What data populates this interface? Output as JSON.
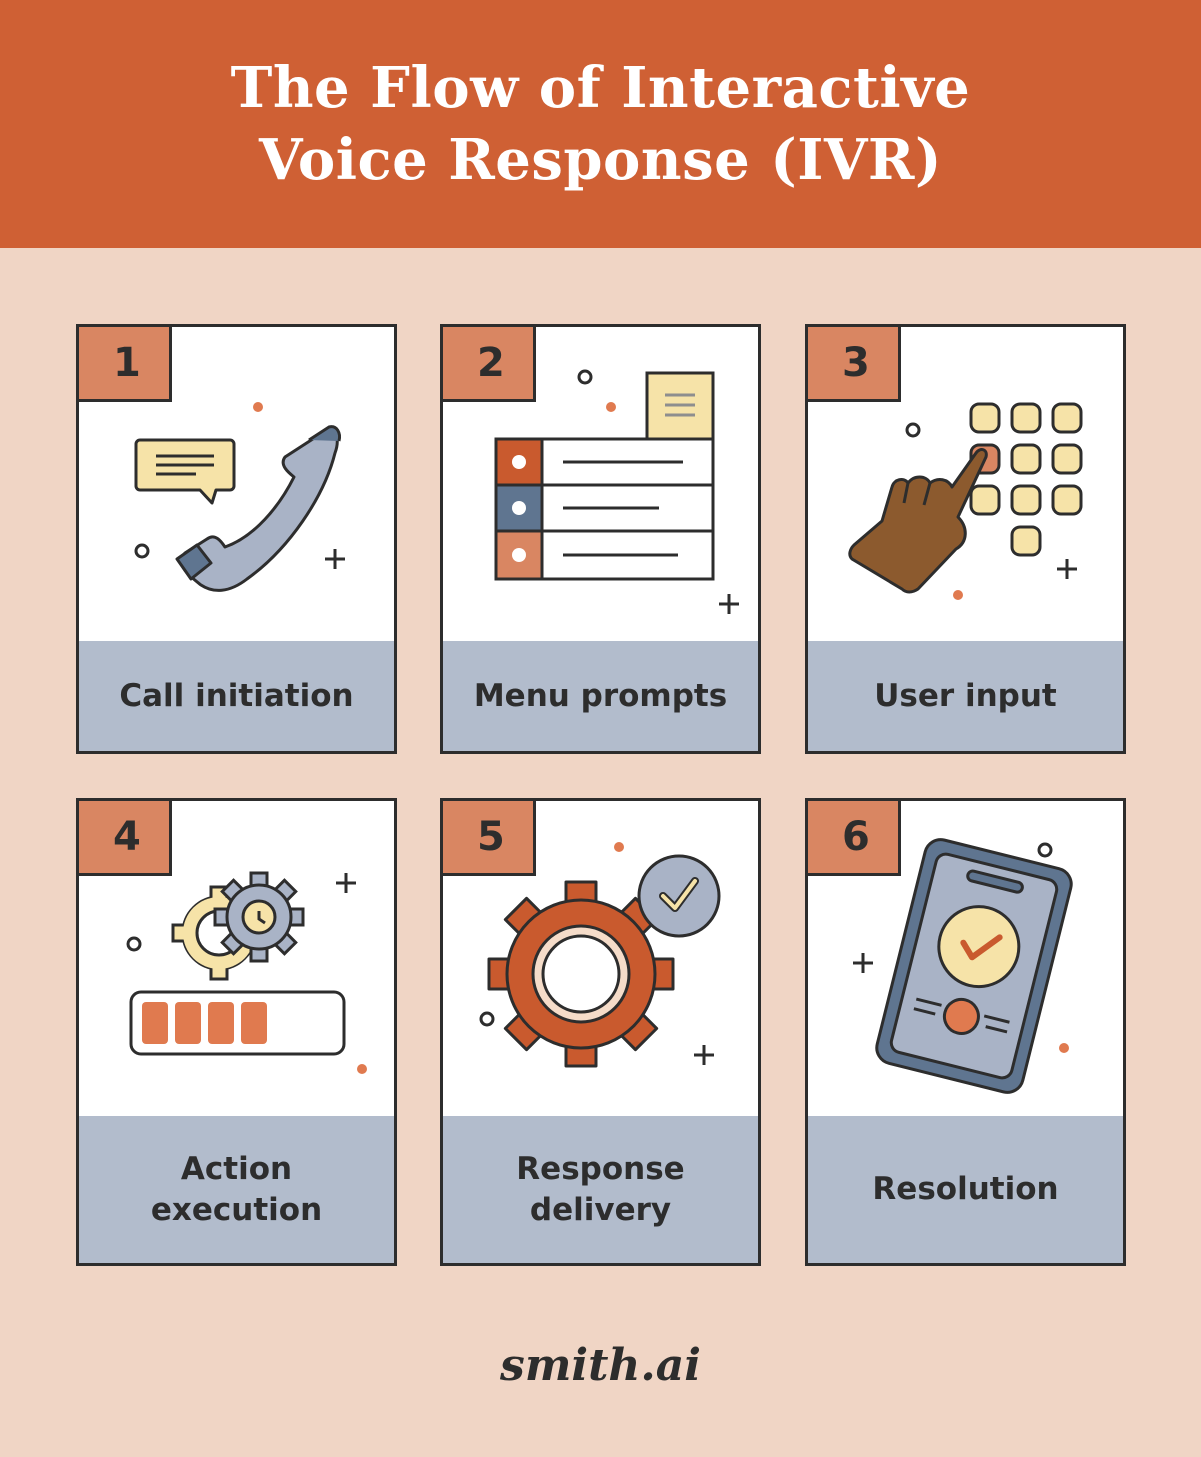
{
  "header": {
    "title_line1": "The Flow of Interactive",
    "title_line2": "Voice Response (IVR)"
  },
  "steps": [
    {
      "number": "1",
      "label": "Call initiation",
      "icon": "phone-handset-icon"
    },
    {
      "number": "2",
      "label": "Menu prompts",
      "icon": "menu-list-icon"
    },
    {
      "number": "3",
      "label": "User input",
      "icon": "keypad-press-icon"
    },
    {
      "number": "4",
      "label_line1": "Action",
      "label_line2": "execution",
      "icon": "gears-progress-icon"
    },
    {
      "number": "5",
      "label_line1": "Response",
      "label_line2": "delivery",
      "icon": "gear-check-icon"
    },
    {
      "number": "6",
      "label": "Resolution",
      "icon": "phone-check-icon"
    }
  ],
  "footer": {
    "logo": "smith.ai"
  },
  "colors": {
    "header_bg": "#cf6034",
    "page_bg": "#f0d5c5",
    "number_tab": "#d98662",
    "label_bg": "#b2bccc",
    "outline": "#2d2d2d",
    "accent_orange": "#c95a2e",
    "accent_yellow": "#f6e3a8",
    "accent_blue": "#5f7590"
  }
}
